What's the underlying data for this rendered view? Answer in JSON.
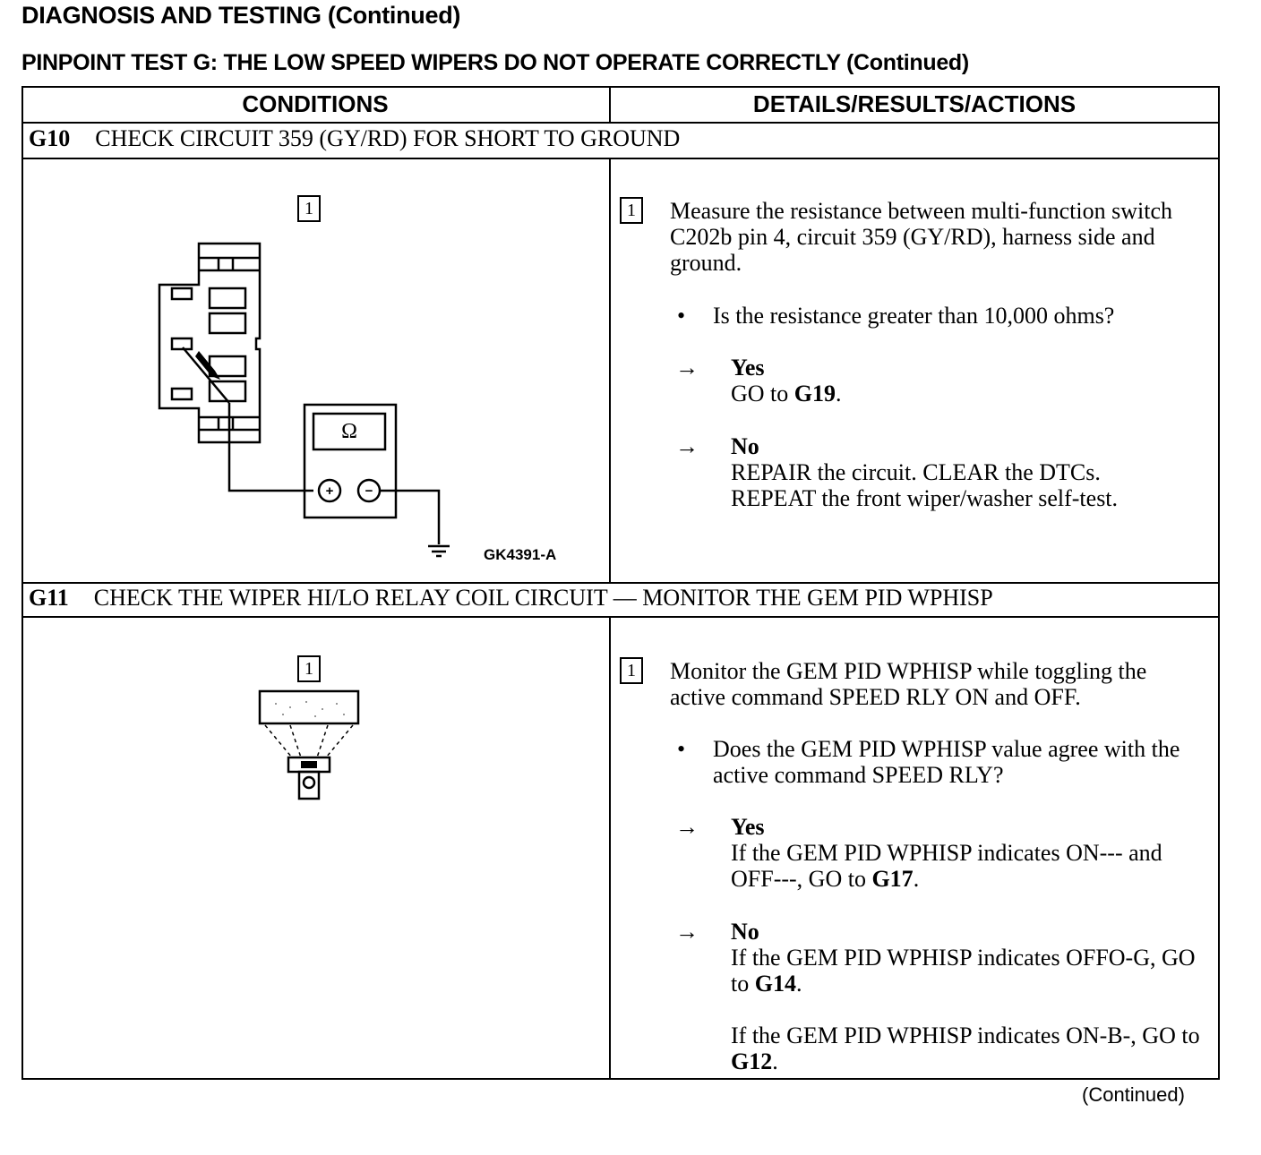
{
  "page": {
    "title": "DIAGNOSIS AND TESTING (Continued)",
    "test_title": "PINPOINT TEST G:  THE LOW SPEED WIPERS DO NOT OPERATE CORRECTLY (Continued)",
    "continued": "(Continued)"
  },
  "table": {
    "col_conditions": "CONDITIONS",
    "col_details": "DETAILS/RESULTS/ACTIONS"
  },
  "steps": [
    {
      "id": "G10",
      "title": "CHECK CIRCUIT 359 (GY/RD) FOR SHORT TO GROUND",
      "figure_number": "1",
      "figure_caption": "GK4391-A",
      "meter_symbol": "Ω",
      "meter_plus": "+",
      "meter_minus": "−",
      "action_number": "1",
      "action_text": "Measure the resistance between multi-function switch C202b pin 4, circuit 359 (GY/RD), harness side and ground.",
      "question": "Is the resistance greater than 10,000 ohms?",
      "yes_label": "Yes",
      "yes_prefix": "GO to ",
      "yes_target": "G19",
      "yes_suffix": ".",
      "no_label": "No",
      "no_line1": "REPAIR the circuit. CLEAR the DTCs.",
      "no_line2": "REPEAT the front wiper/washer self-test."
    },
    {
      "id": "G11",
      "title": "CHECK THE WIPER HI/LO RELAY COIL CIRCUIT — MONITOR THE GEM PID WPHISP",
      "figure_number": "1",
      "action_number": "1",
      "action_text": "Monitor the GEM PID WPHISP while toggling the active command SPEED RLY ON and OFF.",
      "question": "Does the GEM PID WPHISP value agree with the active command SPEED RLY?",
      "yes_label": "Yes",
      "yes_prefix": "If the GEM PID WPHISP indicates ON--- and OFF---, GO to ",
      "yes_target": "G17",
      "yes_suffix": ".",
      "no_label": "No",
      "no1_prefix": "If the GEM PID WPHISP indicates OFFO-G, GO to ",
      "no1_target": "G14",
      "no1_suffix": ".",
      "no2_prefix": "If the GEM PID WPHISP indicates ON-B-, GO to ",
      "no2_target": "G12",
      "no2_suffix": "."
    }
  ],
  "glyphs": {
    "bullet": "•",
    "arrow": "→"
  }
}
